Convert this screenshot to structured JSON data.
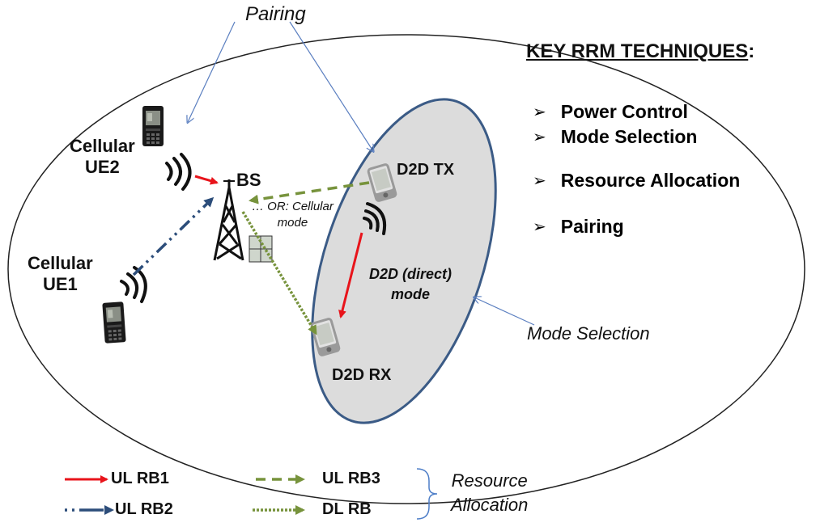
{
  "labels": {
    "pairing_top": "Pairing",
    "cellular_ue2_line1": "Cellular",
    "cellular_ue2_line2": "UE2",
    "cellular_ue1_line1": "Cellular",
    "cellular_ue1_line2": "UE1",
    "bs": "BS",
    "or_cellular_line1": "… OR: Cellular",
    "or_cellular_line2": "mode",
    "d2d_tx": "D2D TX",
    "d2d_rx": "D2D RX",
    "d2d_mode_line1": "D2D (direct)",
    "d2d_mode_line2": "mode",
    "mode_selection": "Mode Selection",
    "resource_line1": "Resource",
    "resource_line2": "Allocation"
  },
  "key_techniques": {
    "title": "KEY RRM TECHNIQUES",
    "colon": ":",
    "items": [
      "Power Control",
      "Mode Selection",
      "Resource Allocation",
      "Pairing"
    ]
  },
  "legend": {
    "ul_rb1": "UL RB1",
    "ul_rb2": "UL RB2",
    "ul_rb3": "UL RB3",
    "dl_rb": "DL RB"
  },
  "colors": {
    "ul_rb1": "#e8141b",
    "ul_rb2": "#2c4d7a",
    "ul_rb3": "#77933c",
    "dl_rb": "#77933c",
    "d2d_area_fill": "#dcdcdc",
    "d2d_area_stroke": "#3b5b86",
    "pointer": "#5b7fc0"
  }
}
